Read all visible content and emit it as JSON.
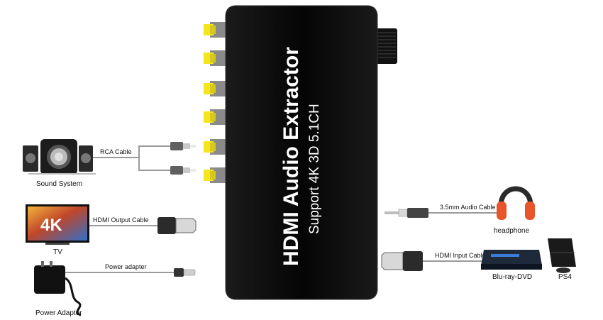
{
  "device": {
    "title": "HDMI Audio Extractor",
    "subtitle": "Support 4K 3D 5.1CH"
  },
  "labels": {
    "rca_cable": "RCA Cable",
    "hdmi_output_cable": "HDMI Output  Cable",
    "power_adapter_cable": "Power adapter",
    "audio_cable_35mm": "3.5mm Audio Cable",
    "hdmi_input_cable": "HDMI Input  Cable"
  },
  "devices": {
    "sound_system": "Sound System",
    "tv": "TV",
    "tv_screen_text": "4K",
    "power_adapter": "Power Adapter",
    "headphone": "headphone",
    "bluray": "Blu-ray-DVD",
    "ps4": "PS4"
  },
  "colors": {
    "rca_yellow": "#f5e51e",
    "box_black": "#0a0a0a",
    "cable_gray": "#9a9a9a",
    "headphone_orange": "#e8552a",
    "tv_screen_blue": "#2f6fc9"
  }
}
